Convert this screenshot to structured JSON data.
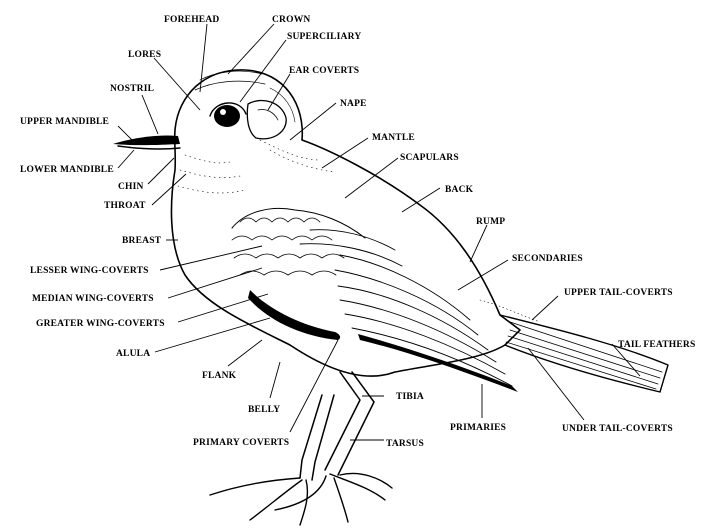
{
  "diagram": {
    "subject": "bird anatomy",
    "labels": {
      "forehead": "FOREHEAD",
      "crown": "CROWN",
      "superciliary": "SUPERCILIARY",
      "lores": "LORES",
      "ear_coverts": "EAR COVERTS",
      "nostril": "NOSTRIL",
      "nape": "NAPE",
      "upper_mandible": "UPPER MANDIBLE",
      "mantle": "MANTLE",
      "scapulars": "SCAPULARS",
      "lower_mandible": "LOWER MANDIBLE",
      "chin": "CHIN",
      "back": "BACK",
      "throat": "THROAT",
      "rump": "RUMP",
      "breast": "BREAST",
      "secondaries": "SECONDARIES",
      "lesser_wing_coverts": "LESSER WING-COVERTS",
      "upper_tail_coverts": "UPPER TAIL-COVERTS",
      "median_wing_coverts": "MEDIAN WING-COVERTS",
      "greater_wing_coverts": "GREATER WING-COVERTS",
      "tail_feathers": "TAIL FEATHERS",
      "alula": "ALULA",
      "flank": "FLANK",
      "tibia": "TIBIA",
      "belly": "BELLY",
      "primaries": "PRIMARIES",
      "under_tail_coverts": "UNDER TAIL-COVERTS",
      "primary_coverts": "PRIMARY COVERTS",
      "tarsus": "TARSUS"
    }
  }
}
